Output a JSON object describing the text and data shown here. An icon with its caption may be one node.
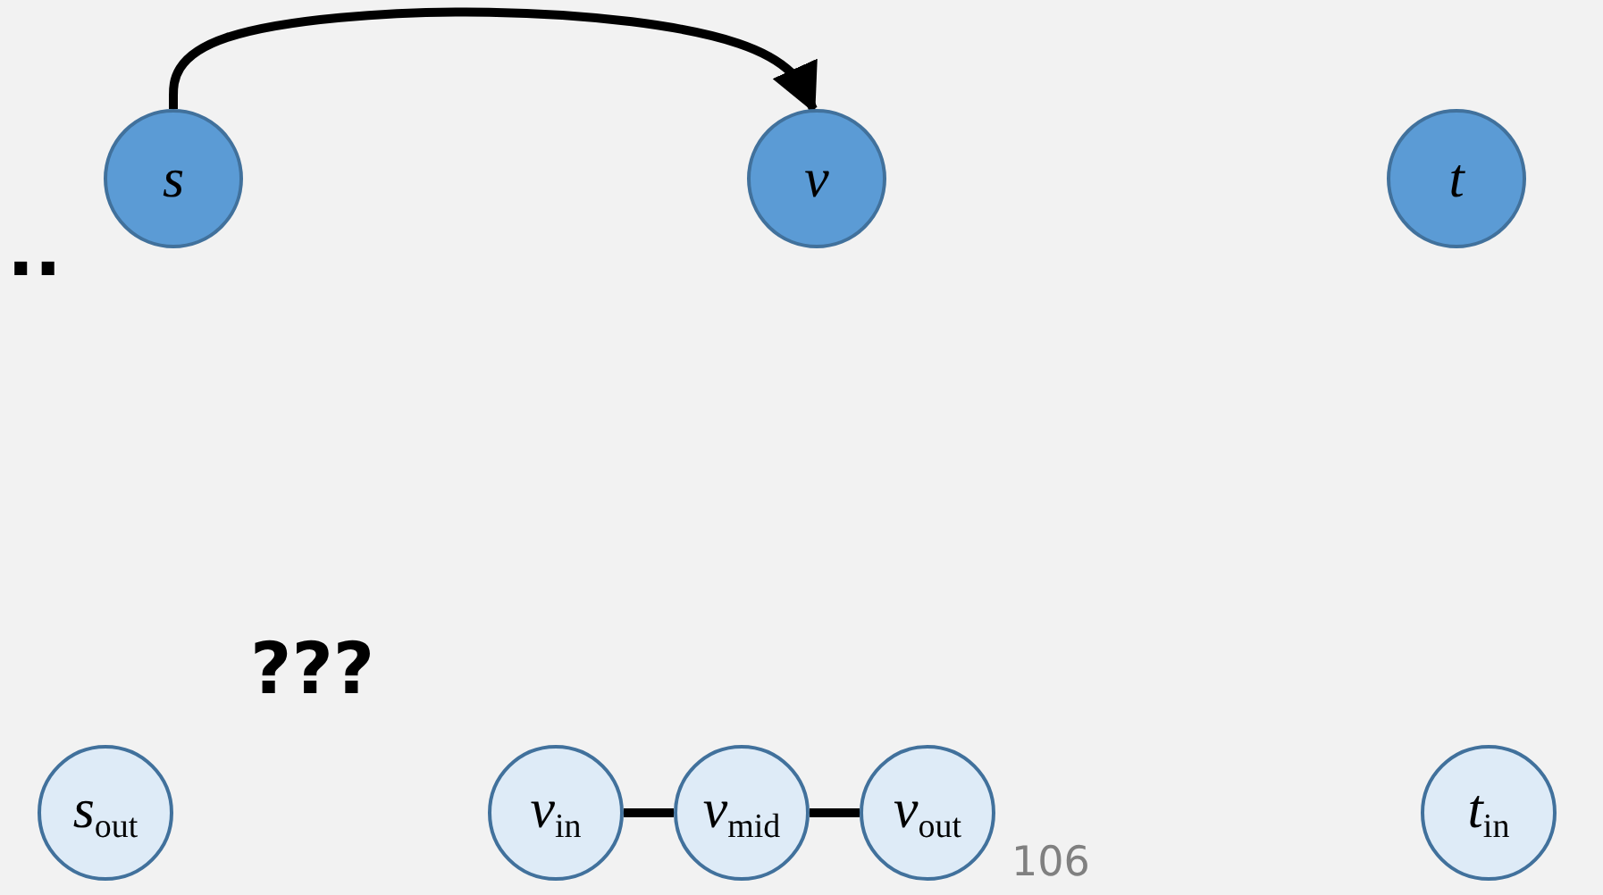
{
  "diagram": {
    "nodes": [
      {
        "text": [
          "s"
        ]
      },
      {
        "text": [
          "v"
        ]
      },
      {
        "text": [
          "t"
        ]
      },
      {
        "text": [
          "*s*$_{out}$"
        ]
      },
      {
        "text": [
          "*v*$_{in}$"
        ]
      },
      {
        "text": [
          "*v*$_{mid}$"
        ]
      },
      {
        "text": [
          "*v*$_{out}$"
        ]
      },
      {
        "text": [
          "*t*$_{in}$"
        ]
      }
    ],
    "edges": [
      {
        "from": 0,
        "to": 1,
        "arrow": "to"
      },
      {
        "from": 4,
        "to": 5,
        "arrow": "none"
      },
      {
        "from": 5,
        "to": 6,
        "arrow": "none"
      }
    ],
    "labels": [
      "..",
      "???",
      "106"
    ]
  }
}
